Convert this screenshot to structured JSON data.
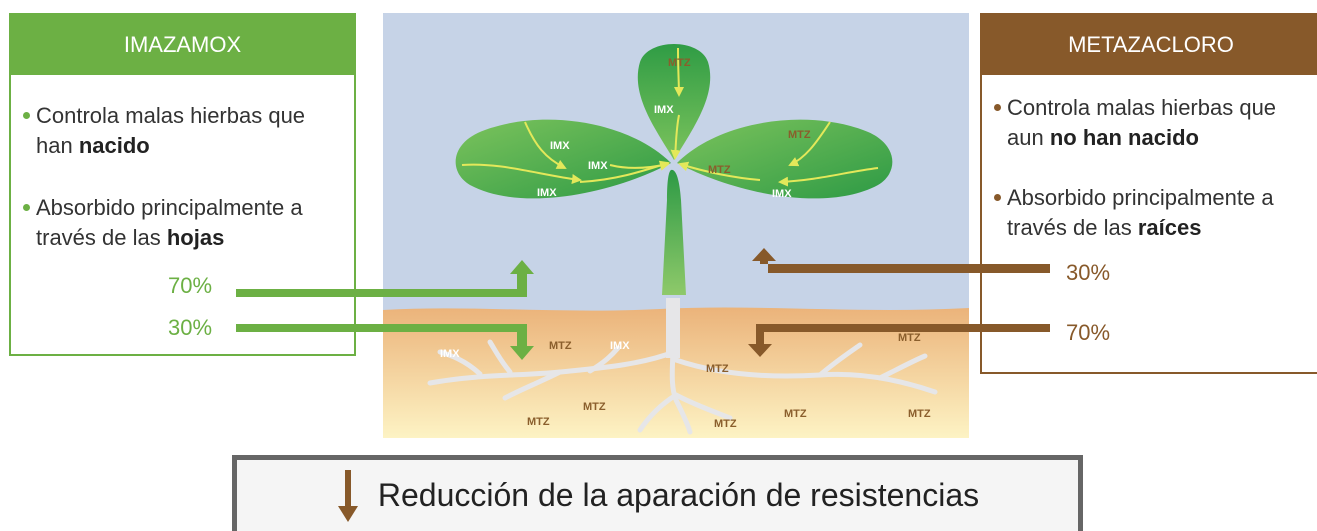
{
  "imazamox": {
    "title": "IMAZAMOX",
    "bullet1_pre": "Controla malas hierbas que han",
    "bullet1_bold": "nacido",
    "bullet2_pre": "Absorbido principalmente a través de las",
    "bullet2_bold": "hojas",
    "pct_leaves": "70%",
    "pct_soil": "30%",
    "color": "#6cb044"
  },
  "metazacloro": {
    "title": "METAZACLORO",
    "bullet1_pre": "Controla malas hierbas que aun",
    "bullet1_bold": "no han nacido",
    "bullet2_pre": "Absorbido principalmente a través de las",
    "bullet2_bold": "raíces",
    "pct_leaves": "30%",
    "pct_soil": "70%",
    "color": "#87592a"
  },
  "plant_labels": {
    "imx": "IMX",
    "mtz": "MTZ"
  },
  "footer": {
    "text": "Reducción de la aparación de resistencias",
    "icon": "down-arrow-icon"
  },
  "colors": {
    "sky": "#c6d3e7",
    "soil_top": "#ebb37a",
    "soil_bottom": "#fdf3c4",
    "leaf": "#3fa548",
    "leaf_arrow": "#e3e85a"
  }
}
